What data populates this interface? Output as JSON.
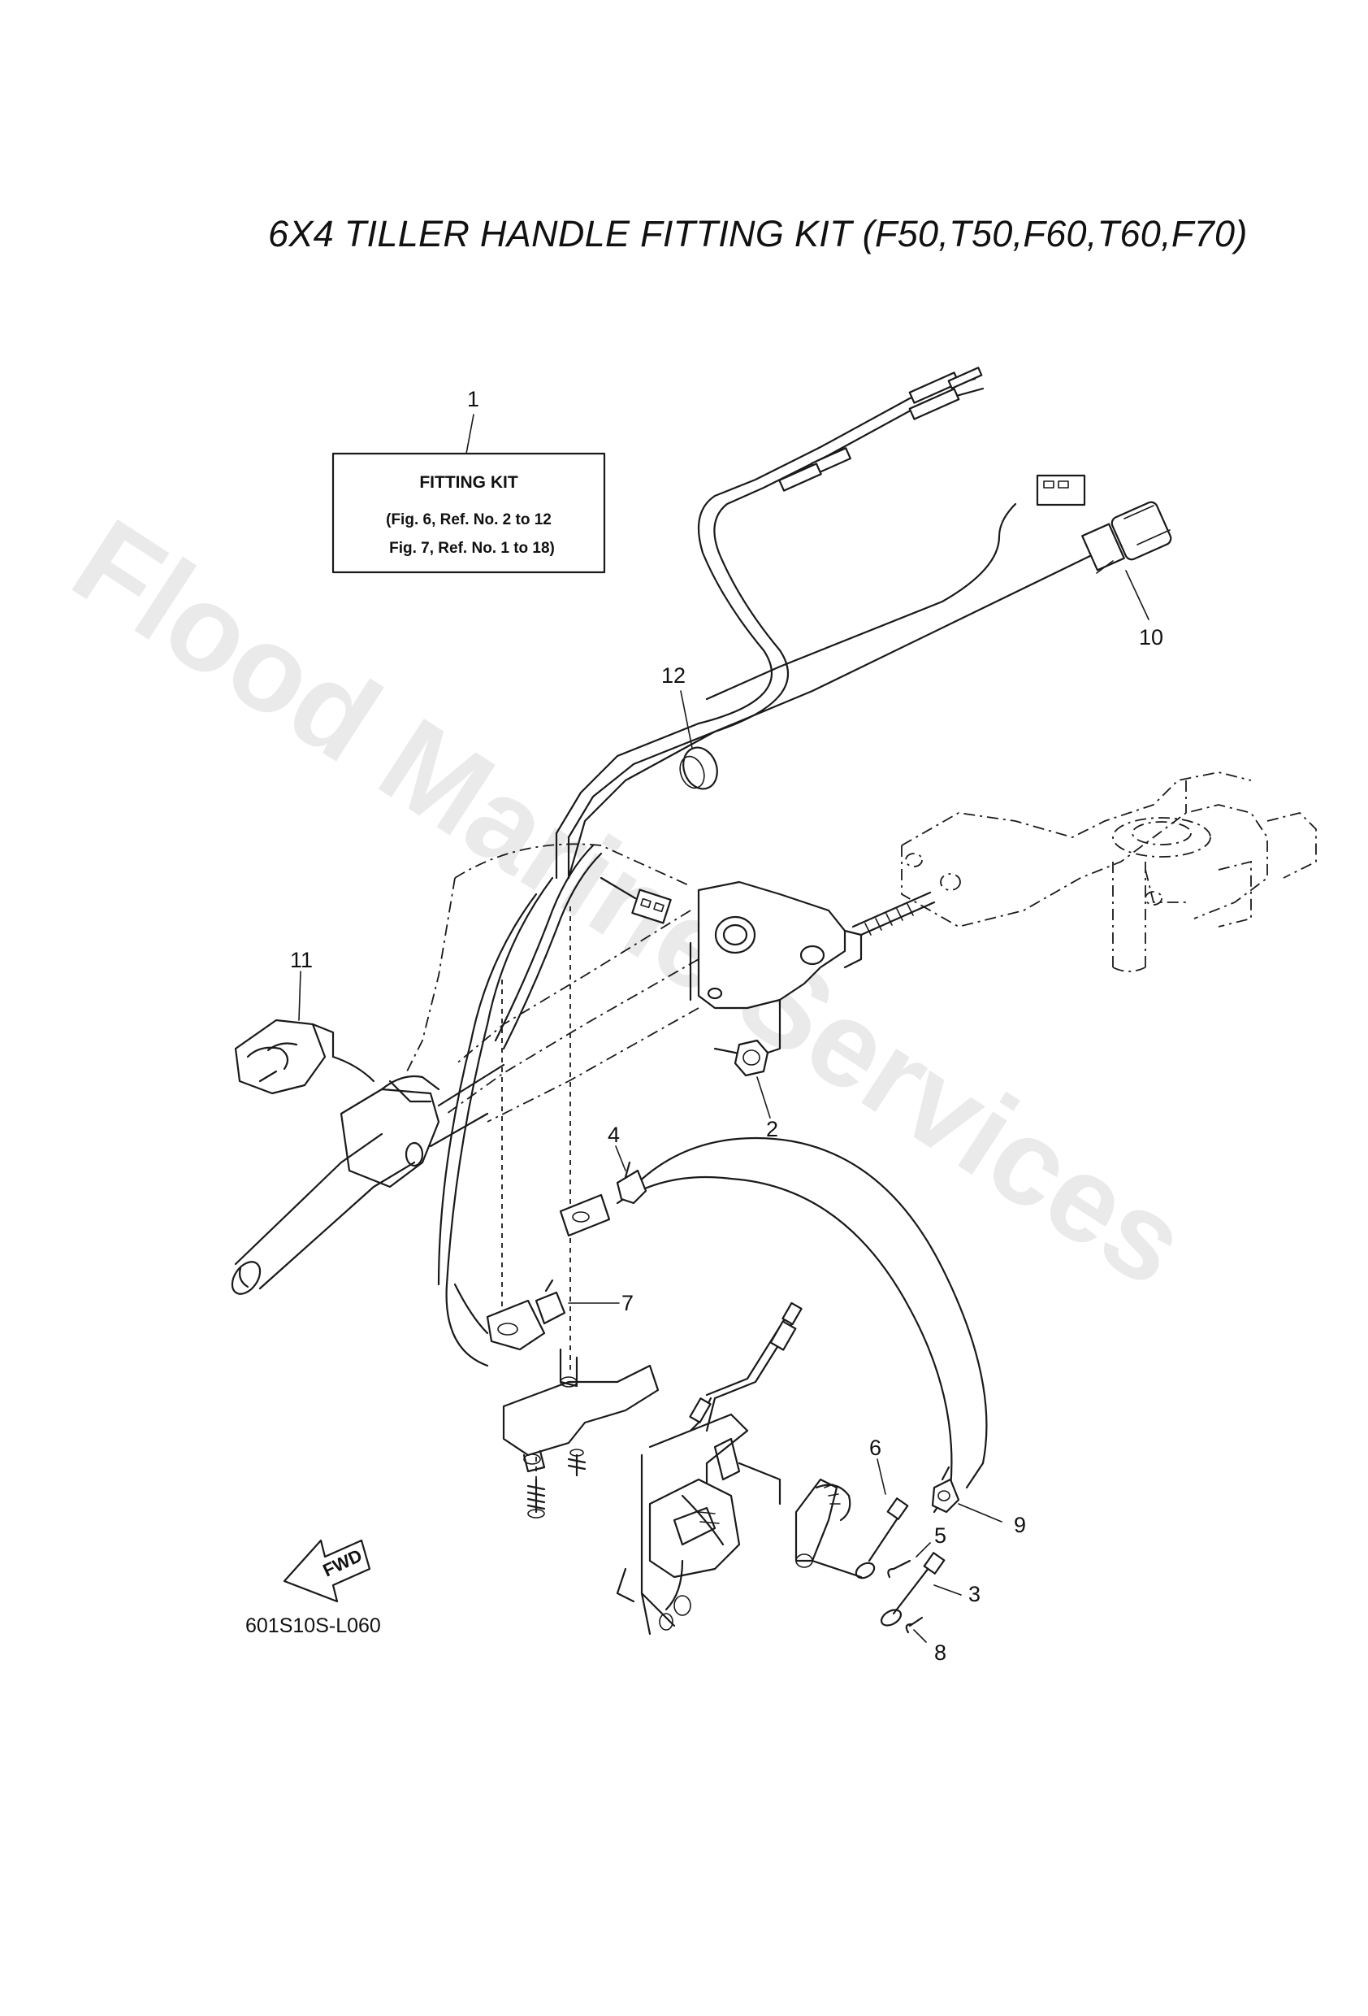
{
  "title": "6X4 TILLER HANDLE FITTING KIT  (F50,T50,F60,T60,F70)",
  "watermark": "Flood Marine Services",
  "kit_box": {
    "heading": "FITTING KIT",
    "line1": "(Fig. 6, Ref. No. 2 to 12",
    "line2": "Fig. 7, Ref. No. 1 to 18)"
  },
  "callouts": [
    "1",
    "2",
    "3",
    "4",
    "5",
    "6",
    "7",
    "8",
    "9",
    "10",
    "11",
    "12"
  ],
  "fwd_label": "FWD",
  "drawing_code": "601S10S-L060"
}
